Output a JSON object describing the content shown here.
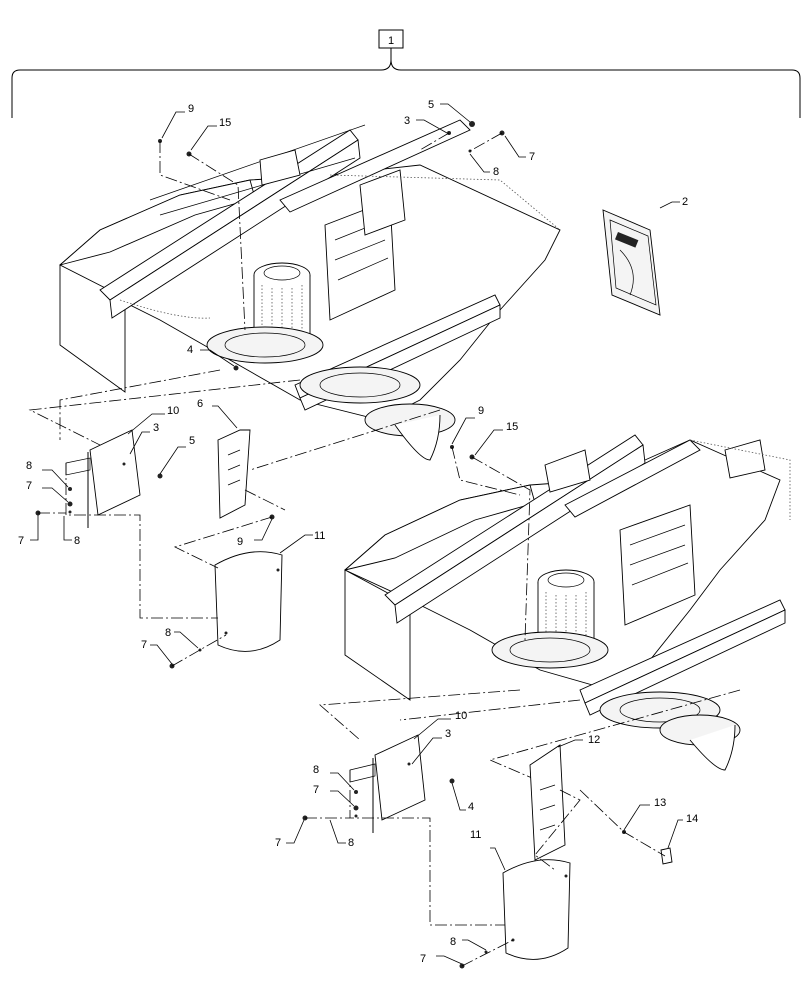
{
  "assembly_ref": "1",
  "callouts": {
    "c_9a": "9",
    "c_15a": "15",
    "c_3a": "3",
    "c_5a": "5",
    "c_7a": "7",
    "c_8a": "8",
    "c_2": "2",
    "c_4a": "4",
    "c_6": "6",
    "c_10a": "10",
    "c_3b": "3",
    "c_5b": "5",
    "c_8b": "8",
    "c_7b": "7",
    "c_7c": "7",
    "c_8c": "8",
    "c_9b": "9",
    "c_11a": "11",
    "c_7d": "7",
    "c_8d": "8",
    "c_9c": "9",
    "c_15b": "15",
    "c_10b": "10",
    "c_3c": "3",
    "c_8e": "8",
    "c_7e": "7",
    "c_4b": "4",
    "c_7f": "7",
    "c_8f": "8",
    "c_12": "12",
    "c_13": "13",
    "c_14": "14",
    "c_11b": "11",
    "c_8g": "8",
    "c_7g": "7"
  }
}
